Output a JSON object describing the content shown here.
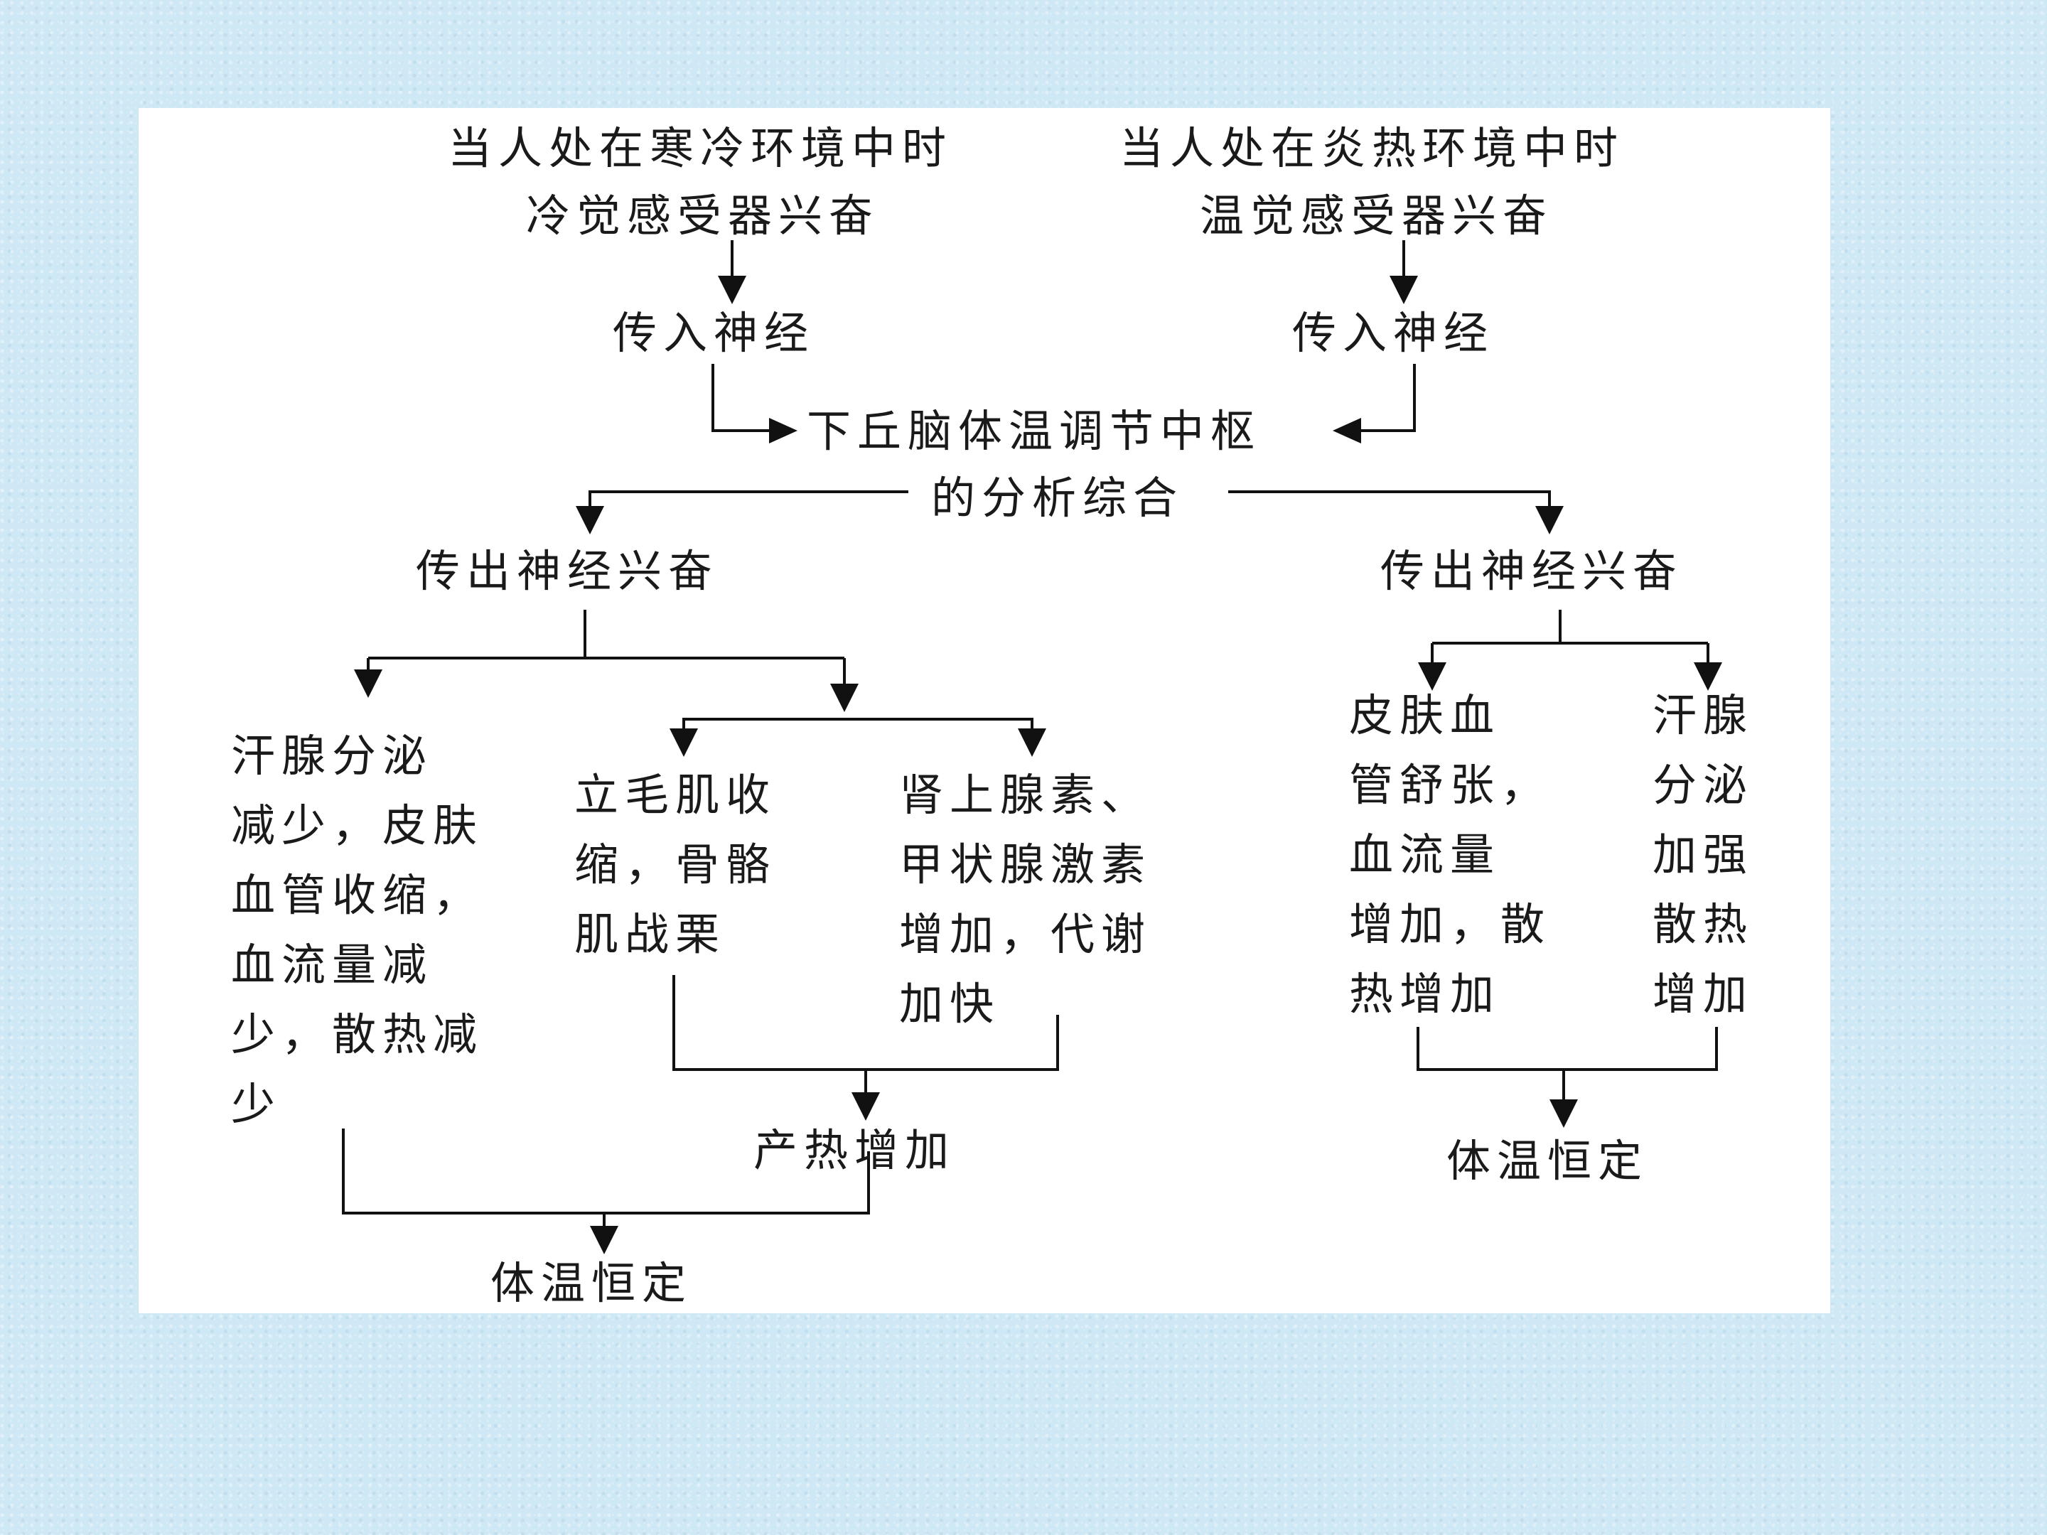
{
  "diagram": {
    "cold": {
      "condition": "当人处在寒冷环境中时",
      "receptor": "冷觉感受器兴奋",
      "afferent": "传入神经",
      "efferent": "传出神经兴奋",
      "response_skin": "汗腺分泌\n减少，皮肤\n血管收缩，\n血流量减\n少，散热减\n少",
      "response_muscle": "立毛肌收\n缩，骨骼\n肌战栗",
      "response_hormone": "肾上腺素、\n甲状腺激素\n增加，代谢\n加快",
      "heat_production": "产热增加",
      "result": "体温恒定"
    },
    "hot": {
      "condition": "当人处在炎热环境中时",
      "receptor": "温觉感受器兴奋",
      "afferent": "传入神经",
      "efferent": "传出神经兴奋",
      "response_vessel": "皮肤血\n管舒张，\n血流量\n增加，散\n热增加",
      "response_sweat": "汗腺\n分泌\n加强\n散热\n增加",
      "result": "体温恒定"
    },
    "center": {
      "line1": "下丘脑体温调节中枢",
      "line2": "的分析综合"
    }
  }
}
